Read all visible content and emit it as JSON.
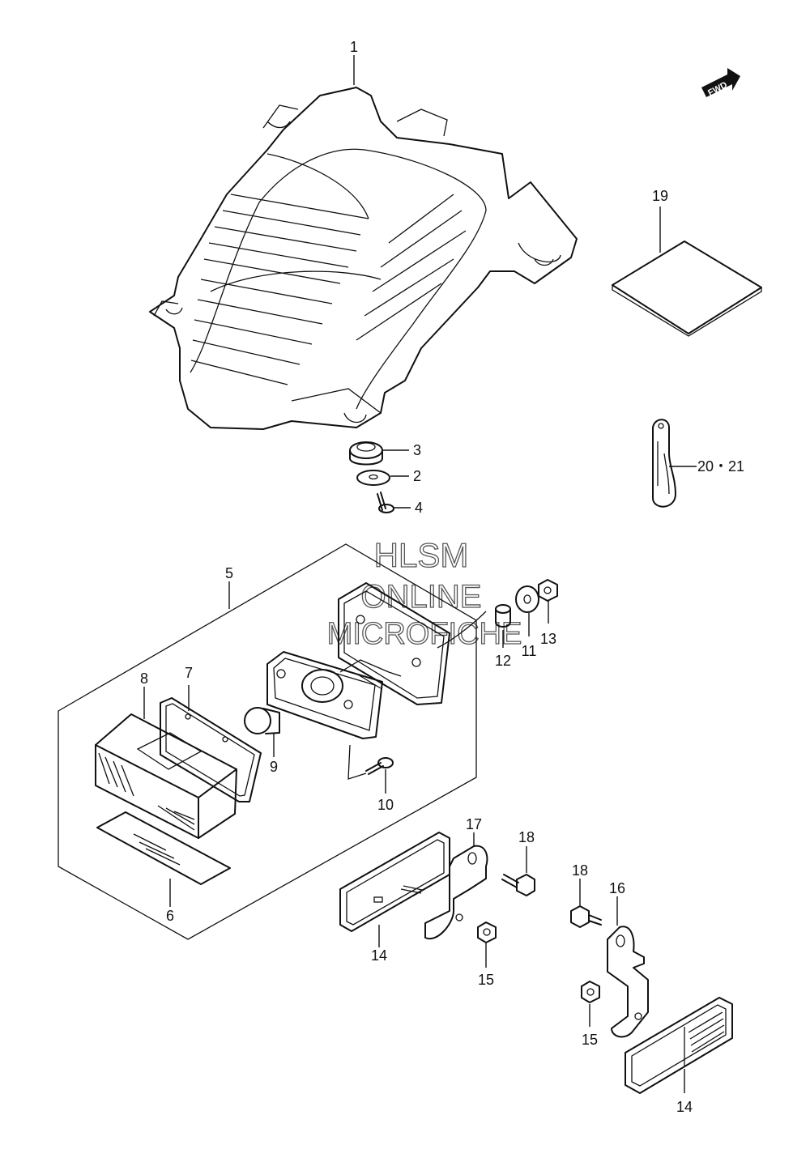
{
  "watermark": {
    "line1": "HLSM",
    "line2": "ONLINE",
    "line3": "MICROFICHE"
  },
  "fwd_label": "FWD",
  "callouts": {
    "c1": "1",
    "c2": "2",
    "c3": "3",
    "c4": "4",
    "c5": "5",
    "c6": "6",
    "c7": "7",
    "c8": "8",
    "c9": "9",
    "c10": "10",
    "c11": "11",
    "c12": "12",
    "c13": "13",
    "c14a": "14",
    "c14b": "14",
    "c15a": "15",
    "c15b": "15",
    "c16": "16",
    "c17": "17",
    "c18a": "18",
    "c18b": "18",
    "c19": "19",
    "c20_21": "20・21"
  }
}
